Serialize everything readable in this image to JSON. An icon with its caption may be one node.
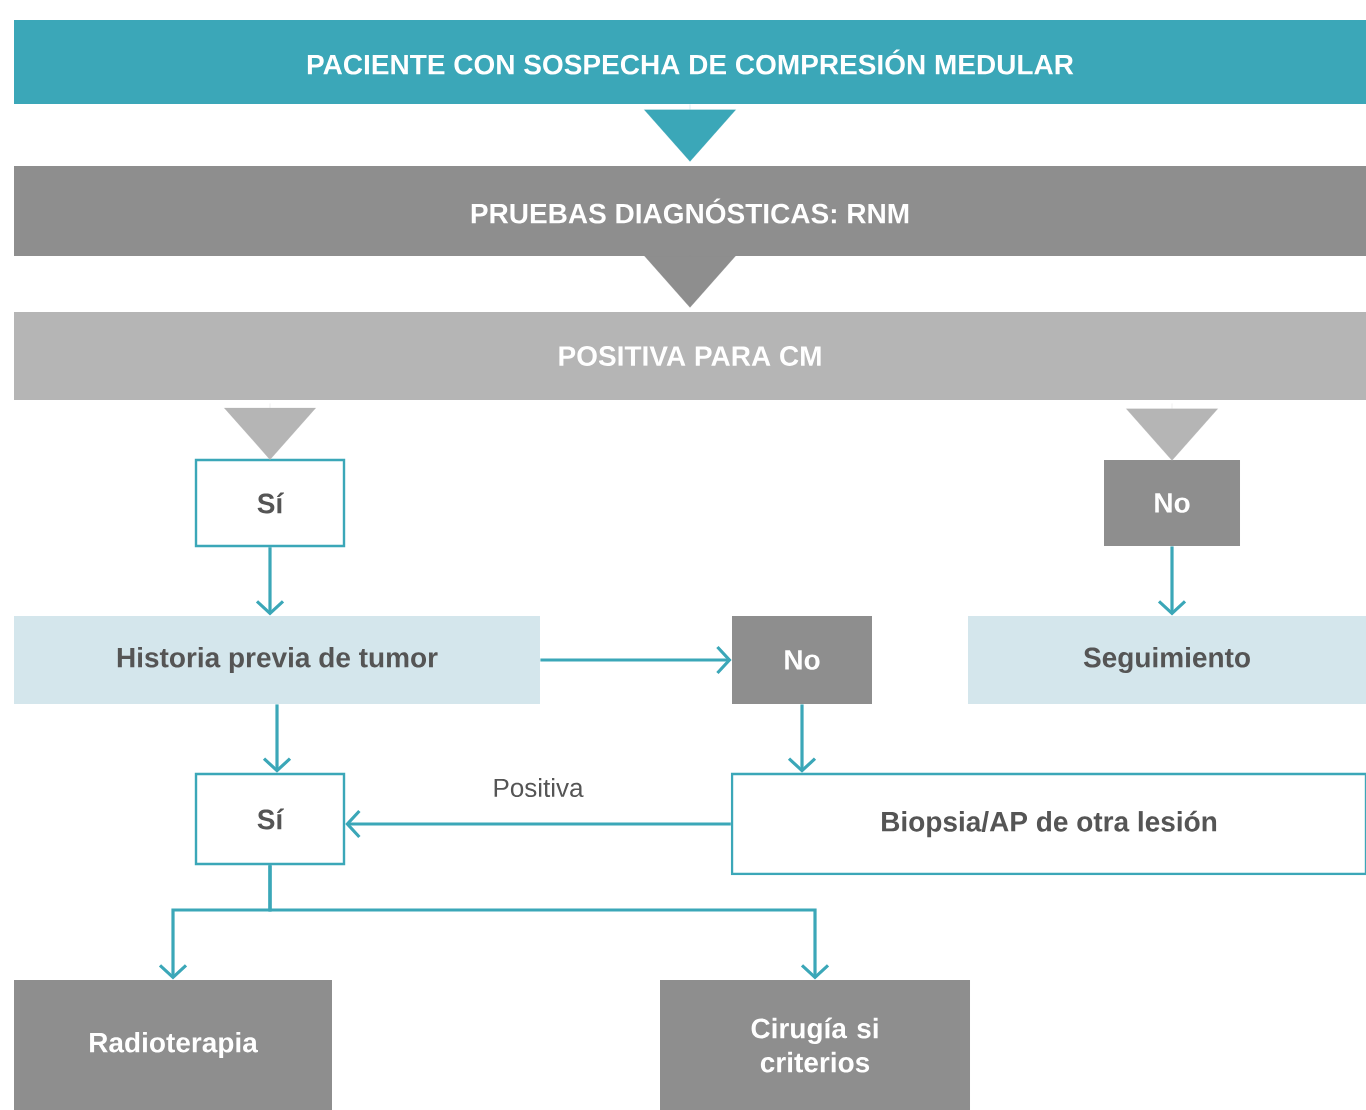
{
  "diagram": {
    "nodes": [
      {
        "text": [
          "PACIENTE CON SOSPECHA DE COMPRESIÓN MEDULAR"
        ]
      },
      {
        "text": [
          "PRUEBAS DIAGNÓSTICAS: RNM"
        ]
      },
      {
        "text": [
          "POSITIVA PARA CM"
        ]
      },
      {
        "text": [
          "Sí"
        ]
      },
      {
        "text": [
          "No"
        ]
      },
      {
        "text": [
          "Historia previa de tumor"
        ]
      },
      {
        "text": [
          "No"
        ]
      },
      {
        "text": [
          "Seguimiento"
        ]
      },
      {
        "text": [
          "Sí"
        ]
      },
      {
        "text": [
          "Biopsia/AP de otra lesión"
        ]
      },
      {
        "text": [
          "Radioterapia"
        ]
      },
      {
        "text": [
          "Cirugía si criterios"
        ]
      }
    ],
    "edges": [
      {
        "from": 0,
        "to": 1,
        "arrow": "to"
      },
      {
        "from": 1,
        "to": 2,
        "arrow": "to",
        "color": "#8e8e8e"
      },
      {
        "from": 2,
        "to": 3,
        "arrow": "to",
        "color": "#b5b5b5"
      },
      {
        "from": 2,
        "to": 4,
        "arrow": "to",
        "color": "#b5b5b5"
      },
      {
        "from": 3,
        "to": 5,
        "arrow": "to"
      },
      {
        "from": 4,
        "to": 7,
        "arrow": "to"
      },
      {
        "from": 5,
        "to": 6,
        "arrow": "to"
      },
      {
        "from": 5,
        "to": 8,
        "arrow": "to"
      },
      {
        "from": 6,
        "to": 9,
        "arrow": "to"
      },
      {
        "from": 9,
        "to": 8,
        "arrow": "to",
        "label": "Positiva"
      },
      {
        "from": 8,
        "to": 10,
        "arrow": "to"
      },
      {
        "from": 8,
        "to": 11,
        "arrow": "to"
      }
    ]
  }
}
